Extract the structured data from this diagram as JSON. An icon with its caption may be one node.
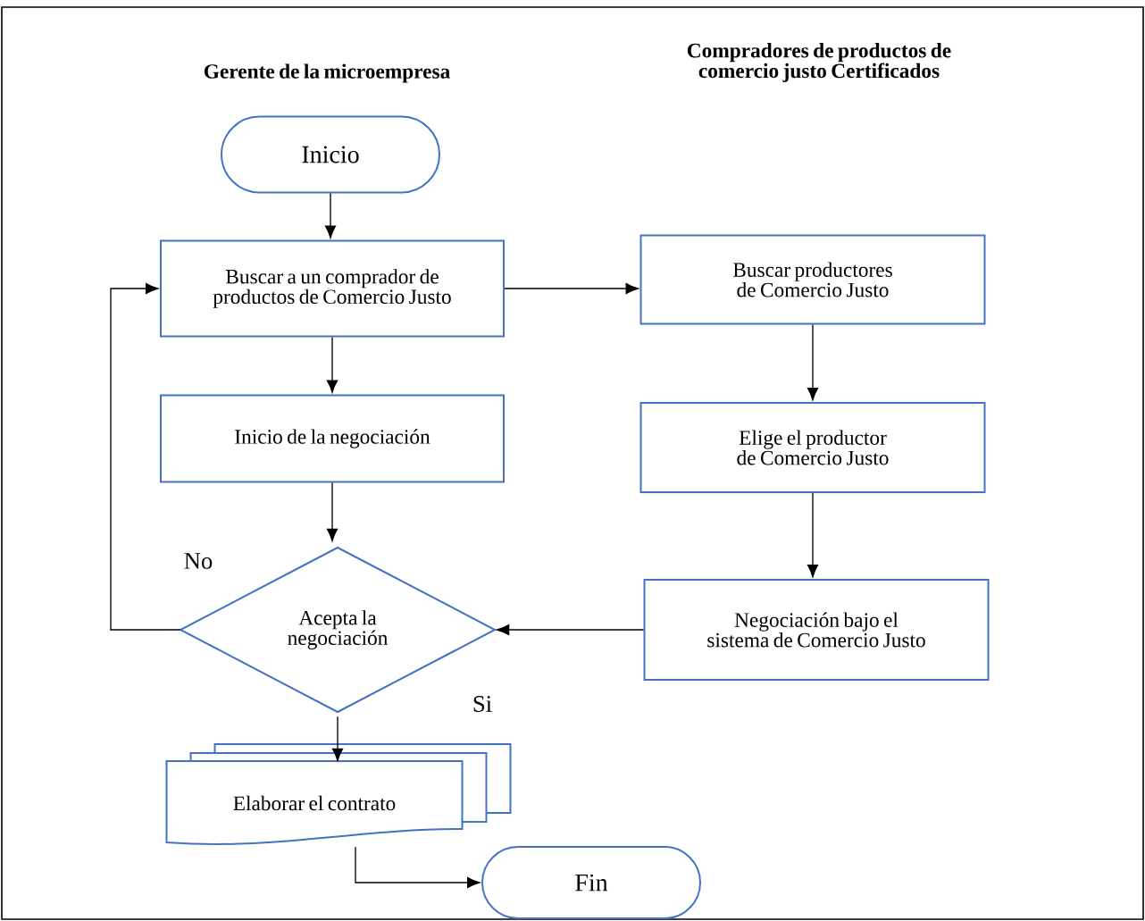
{
  "diagram": {
    "nodes": [
      {
        "text": [
          "Inicio"
        ]
      },
      {
        "text": [
          "Buscar a un comprador de productos de Comercio Justo"
        ]
      },
      {
        "text": [
          "Inicio de la negociación"
        ]
      },
      {
        "text": [
          "Acepta la negociación"
        ]
      },
      {
        "text": [
          "Elaborar el contrato"
        ]
      },
      {
        "text": [
          "Fin"
        ]
      },
      {
        "text": [
          "Buscar productores de Comercio Justo"
        ]
      },
      {
        "text": [
          "Elige el productor de Comercio Justo"
        ]
      },
      {
        "text": [
          "Negociación bajo el sistema de Comercio Justo"
        ]
      }
    ],
    "edges": [
      {
        "from": 0,
        "to": 1,
        "arrow": "to"
      },
      {
        "from": 1,
        "to": 2,
        "arrow": "to"
      },
      {
        "from": 2,
        "to": 3,
        "arrow": "to"
      },
      {
        "from": 3,
        "to": 1,
        "arrow": "to"
      },
      {
        "from": 3,
        "to": 4,
        "arrow": "to"
      },
      {
        "from": 4,
        "to": 5,
        "arrow": "to"
      },
      {
        "from": 1,
        "to": 6,
        "arrow": "to"
      },
      {
        "from": 6,
        "to": 7,
        "arrow": "to"
      },
      {
        "from": 7,
        "to": 8,
        "arrow": "to"
      },
      {
        "from": 8,
        "to": 3,
        "arrow": "to"
      }
    ],
    "labels": [
      "Gerente de la microempresa",
      "Compradores de productos de comercio justo Certificados",
      "No",
      "Si"
    ]
  }
}
